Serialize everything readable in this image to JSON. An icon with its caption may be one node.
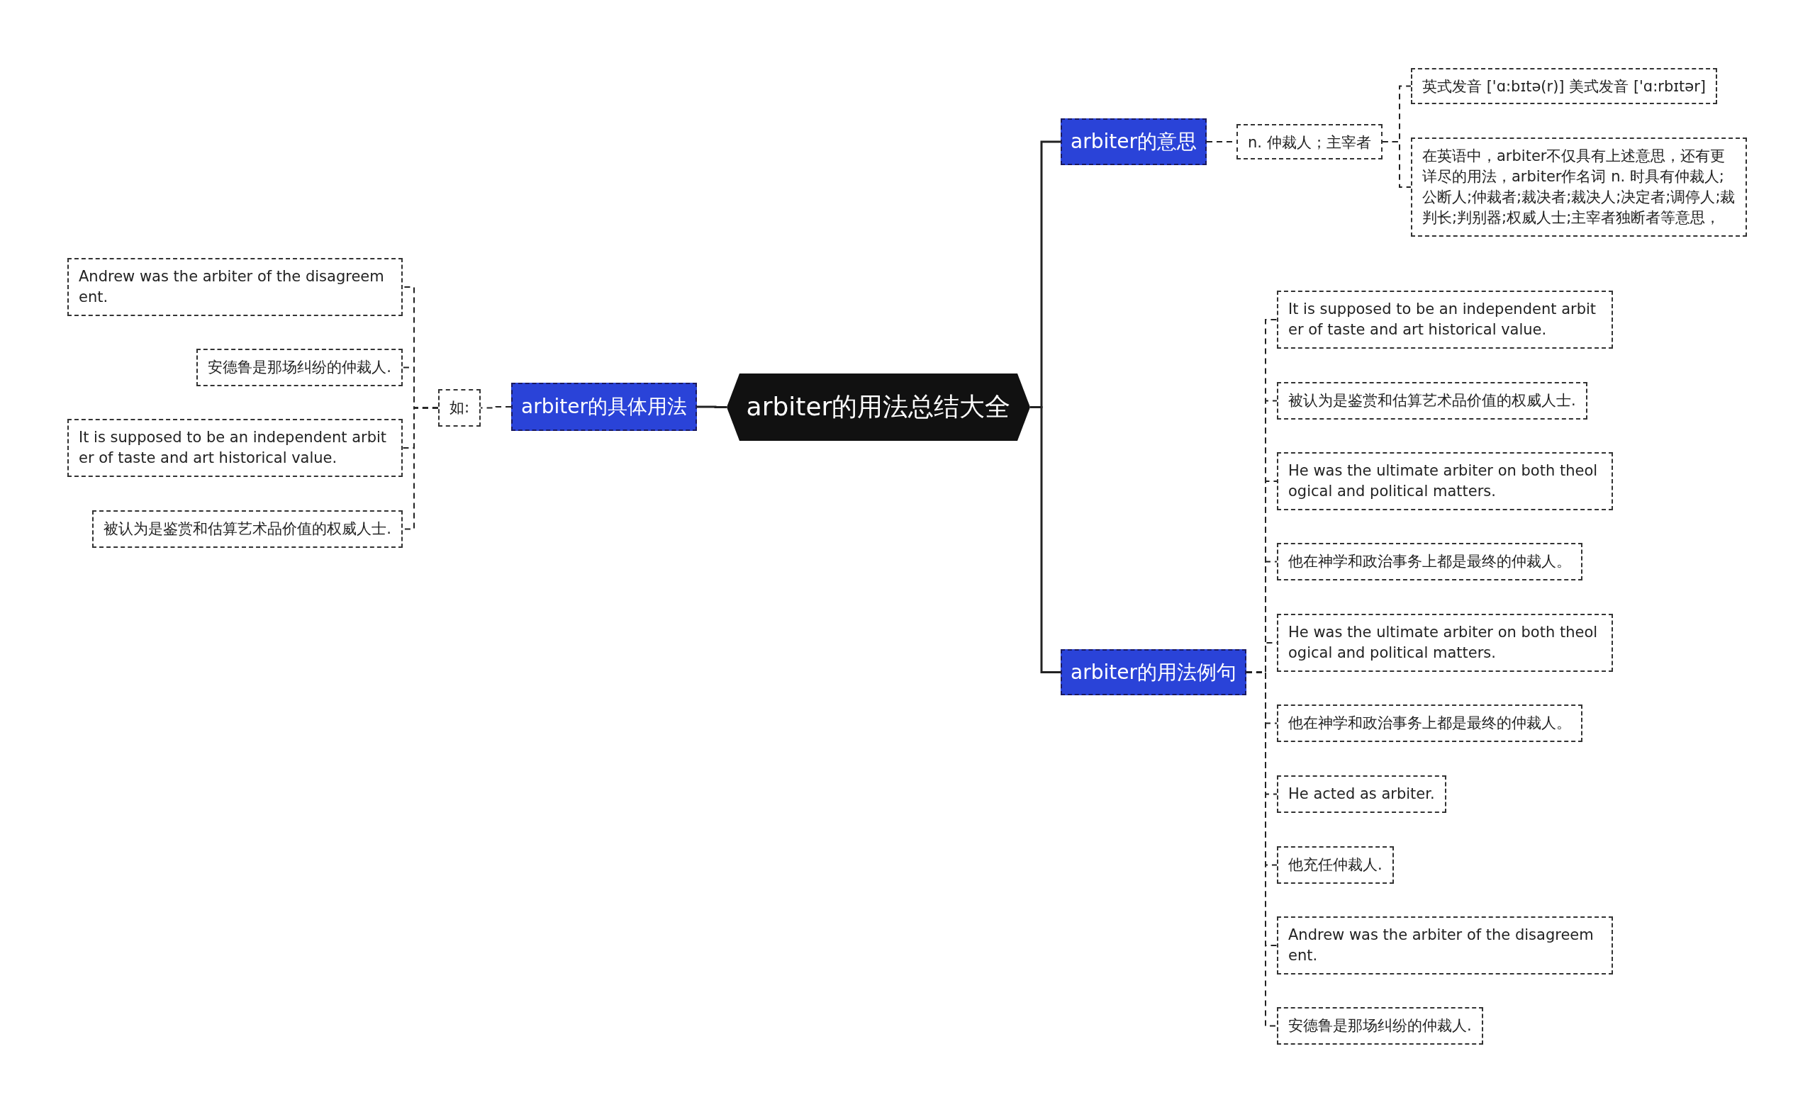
{
  "diagram": {
    "nodes": [
      {
        "text": [
          "arbiter的用法总结大全"
        ]
      },
      {
        "text": [
          "arbiter的意思"
        ]
      },
      {
        "text": [
          "n. 仲裁人；主宰者"
        ]
      },
      {
        "text": [
          "英式发音 ['ɑ:bɪtə(r)] 美式发音 ['ɑ:rbɪtər]"
        ]
      },
      {
        "text": [
          "在英语中，arbiter不仅具有上述意思，还有更详尽的用法，arbiter作名词 n. 时具有仲裁人;公断人;仲裁者;裁决者;裁决人;决定者;调停人;裁判长;判别器;权威人士;主宰者独断者等意思，"
        ]
      },
      {
        "text": [
          "arbiter的用法例句"
        ]
      },
      {
        "text": [
          "It is supposed to be an independent arbiter of taste and art historical value."
        ]
      },
      {
        "text": [
          "被认为是鉴赏和估算艺术品价值的权威人士."
        ]
      },
      {
        "text": [
          "He was the ultimate arbiter on both theological and political matters."
        ]
      },
      {
        "text": [
          "他在神学和政治事务上都是最终的仲裁人。"
        ]
      },
      {
        "text": [
          "He was the ultimate arbiter on both theological and political matters."
        ]
      },
      {
        "text": [
          "他在神学和政治事务上都是最终的仲裁人。"
        ]
      },
      {
        "text": [
          "He acted as arbiter."
        ]
      },
      {
        "text": [
          "他充任仲裁人."
        ]
      },
      {
        "text": [
          "Andrew was the arbiter of the disagreement."
        ]
      },
      {
        "text": [
          "安德鲁是那场纠纷的仲裁人."
        ]
      },
      {
        "text": [
          "arbiter的具体用法"
        ]
      },
      {
        "text": [
          "如:"
        ]
      },
      {
        "text": [
          "Andrew was the arbiter of the disagreement."
        ]
      },
      {
        "text": [
          "安德鲁是那场纠纷的仲裁人."
        ]
      },
      {
        "text": [
          "It is supposed to be an independent arbiter of taste and art historical value."
        ]
      },
      {
        "text": [
          "被认为是鉴赏和估算艺术品价值的权威人士."
        ]
      }
    ],
    "edges": [
      {
        "from": 0,
        "to": 1,
        "arrow": "none"
      },
      {
        "from": 1,
        "to": 2,
        "arrow": "none",
        "style": "dashed"
      },
      {
        "from": 2,
        "to": 3,
        "arrow": "none",
        "style": "dashed"
      },
      {
        "from": 2,
        "to": 4,
        "arrow": "none",
        "style": "dashed"
      },
      {
        "from": 0,
        "to": 5,
        "arrow": "none"
      },
      {
        "from": 5,
        "to": 6,
        "arrow": "none",
        "style": "dashed"
      },
      {
        "from": 5,
        "to": 7,
        "arrow": "none",
        "style": "dashed"
      },
      {
        "from": 5,
        "to": 8,
        "arrow": "none",
        "style": "dashed"
      },
      {
        "from": 5,
        "to": 9,
        "arrow": "none",
        "style": "dashed"
      },
      {
        "from": 5,
        "to": 10,
        "arrow": "none",
        "style": "dashed"
      },
      {
        "from": 5,
        "to": 11,
        "arrow": "none",
        "style": "dashed"
      },
      {
        "from": 5,
        "to": 12,
        "arrow": "none",
        "style": "dashed"
      },
      {
        "from": 5,
        "to": 13,
        "arrow": "none",
        "style": "dashed"
      },
      {
        "from": 5,
        "to": 14,
        "arrow": "none",
        "style": "dashed"
      },
      {
        "from": 5,
        "to": 15,
        "arrow": "none",
        "style": "dashed"
      },
      {
        "from": 0,
        "to": 16,
        "arrow": "none"
      },
      {
        "from": 16,
        "to": 17,
        "arrow": "none",
        "style": "dashed"
      },
      {
        "from": 17,
        "to": 18,
        "arrow": "none",
        "style": "dashed"
      },
      {
        "from": 17,
        "to": 19,
        "arrow": "none",
        "style": "dashed"
      },
      {
        "from": 17,
        "to": 20,
        "arrow": "none",
        "style": "dashed"
      },
      {
        "from": 17,
        "to": 21,
        "arrow": "none",
        "style": "dashed"
      }
    ]
  }
}
